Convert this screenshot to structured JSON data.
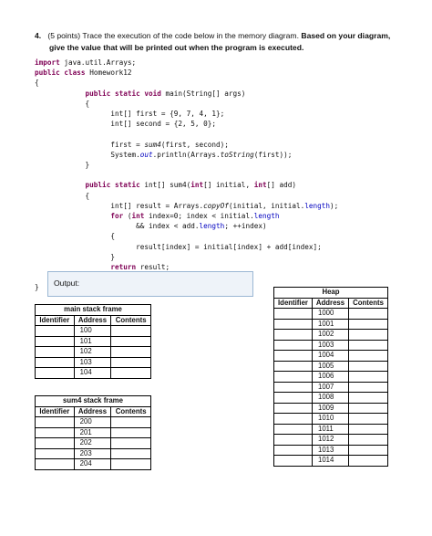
{
  "question": {
    "number": "4.",
    "text": "(5 points) Trace the execution of the code below in the memory diagram. ",
    "bold_part": "Based on your diagram,",
    "line2": "give the value that will be printed out when the program is executed."
  },
  "code": {
    "import_kw": "import",
    "import_rest": " java.util.Arrays;",
    "public_kw": "public",
    "class_kw": "class",
    "class_name": " Homework12",
    "brace_open": "{",
    "brace_close": "}",
    "main_sig_kw": "public static void",
    "main_sig_rest": " main(String[] args)",
    "first_decl": "int[] first = {9, 7, 4, 1};",
    "second_decl": "int[] second = {2, 5, 0};",
    "call_pre": "first = ",
    "call_sum4": "sum4",
    "call_post": "(first, second);",
    "print_pre": "System.",
    "print_out": "out",
    "print_mid": ".println(Arrays.",
    "print_tostring": "toString",
    "print_post": "(first));",
    "sum4_sig_kw1": "public static",
    "sum4_sig_rest1": " int[] sum4(",
    "sum4_sig_kw2": "int",
    "sum4_sig_rest2": "[] initial, ",
    "sum4_sig_kw3": "int",
    "sum4_sig_rest3": "[] add)",
    "result_pre": "int[] result = Arrays.",
    "result_copyof": "copyOf",
    "result_mid": "(initial, initial.",
    "result_length": "length",
    "result_post": ");",
    "for_kw": "for",
    "for_open": " (",
    "for_int": "int",
    "for_mid": " index=0; index < initial.",
    "for_length": "length",
    "for_line2_pre": "&& index < add.",
    "for_line2_length": "length",
    "for_line2_post": "; ++index)",
    "assign_line": "result[index] = initial[index] + add[index];",
    "return_kw": "return",
    "return_rest": " result;"
  },
  "output": {
    "label": "Output:"
  },
  "main_frame": {
    "title": "main stack frame",
    "headers": [
      "Identifier",
      "Address",
      "Contents"
    ],
    "addresses": [
      "100",
      "101",
      "102",
      "103",
      "104"
    ]
  },
  "sum4_frame": {
    "title": "sum4 stack frame",
    "headers": [
      "Identifier",
      "Address",
      "Contents"
    ],
    "addresses": [
      "200",
      "201",
      "202",
      "203",
      "204"
    ]
  },
  "heap": {
    "title": "Heap",
    "headers": [
      "Identifier",
      "Address",
      "Contents"
    ],
    "addresses": [
      "1000",
      "1001",
      "1002",
      "1003",
      "1004",
      "1005",
      "1006",
      "1007",
      "1008",
      "1009",
      "1010",
      "1011",
      "1012",
      "1013",
      "1014"
    ]
  }
}
